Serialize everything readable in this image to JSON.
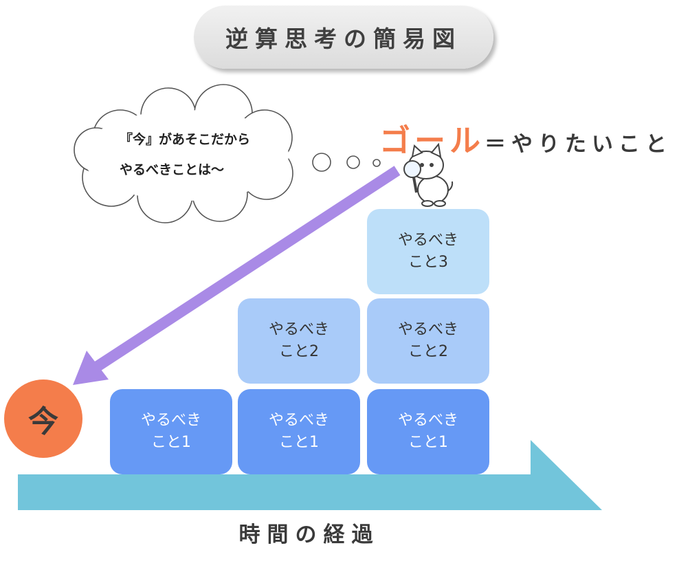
{
  "title": "逆算思考の簡易図",
  "thought_bubble": {
    "line1": "『今』があそこだから",
    "line2": "やるべきことは〜"
  },
  "goal": {
    "word": "ゴール",
    "rest": "＝やりたいこと"
  },
  "now_label": "今",
  "axis_label": "時間の経過",
  "blocks": {
    "step1": {
      "line1": "やるべき",
      "line2": "こと1"
    },
    "step2": {
      "line1": "やるべき",
      "line2": "こと2"
    },
    "step3": {
      "line1": "やるべき",
      "line2": "こと3"
    }
  },
  "colors": {
    "accent_orange": "#f47d4b",
    "step1_blue": "#6699f5",
    "step2_blue": "#a9cbf9",
    "step3_blue": "#bddff9",
    "time_arrow": "#72c5db",
    "backcast_arrow": "#a98ae6"
  },
  "icons": {
    "mascot": "cat-with-magnifier-icon"
  }
}
